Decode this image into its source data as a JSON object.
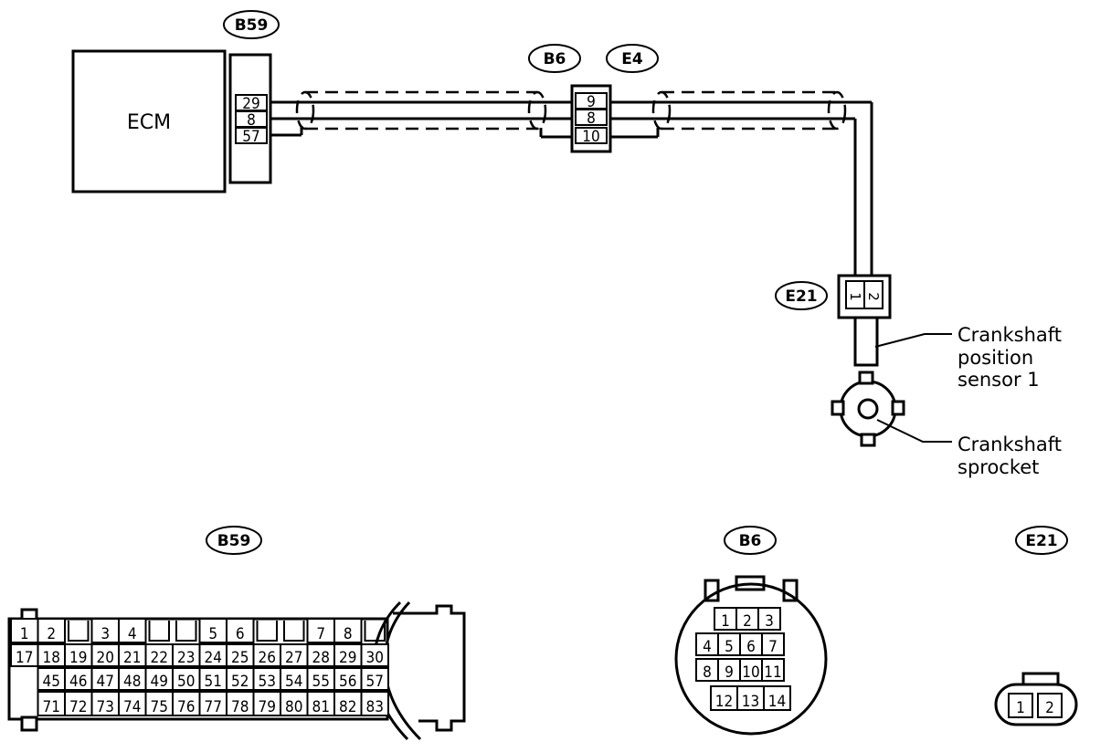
{
  "ecm_label": "ECM",
  "tags": {
    "b59_top": "B59",
    "b6_top": "B6",
    "e4_top": "E4",
    "e21_top": "E21",
    "b59_bottom": "B59",
    "b6_bottom": "B6",
    "e21_bottom": "E21"
  },
  "b59_pins": [
    "29",
    "8",
    "57"
  ],
  "b6_pins": [
    "9",
    "8",
    "10"
  ],
  "e21_pins": [
    "1",
    "2"
  ],
  "callouts": {
    "sensor_line1": "Crankshaft",
    "sensor_line2": "position",
    "sensor_line3": "sensor 1",
    "sprocket_line1": "Crankshaft",
    "sprocket_line2": "sprocket"
  },
  "b59_connector": {
    "row1": [
      "1",
      "2",
      "3",
      "4",
      "5",
      "6",
      "7",
      "8"
    ],
    "row2": [
      "17",
      "18",
      "19",
      "20",
      "21",
      "22",
      "23",
      "24",
      "25",
      "26",
      "27",
      "28",
      "29",
      "30"
    ],
    "row3": [
      "45",
      "46",
      "47",
      "48",
      "49",
      "50",
      "51",
      "52",
      "53",
      "54",
      "55",
      "56",
      "57"
    ],
    "row4": [
      "71",
      "72",
      "73",
      "74",
      "75",
      "76",
      "77",
      "78",
      "79",
      "80",
      "81",
      "82",
      "83"
    ]
  },
  "b6_connector": {
    "row1": [
      "1",
      "2",
      "3"
    ],
    "row2": [
      "4",
      "5",
      "6",
      "7"
    ],
    "row3": [
      "8",
      "9",
      "10",
      "11"
    ],
    "row4": [
      "12",
      "13",
      "14"
    ]
  },
  "e21_connector": [
    "1",
    "2"
  ]
}
